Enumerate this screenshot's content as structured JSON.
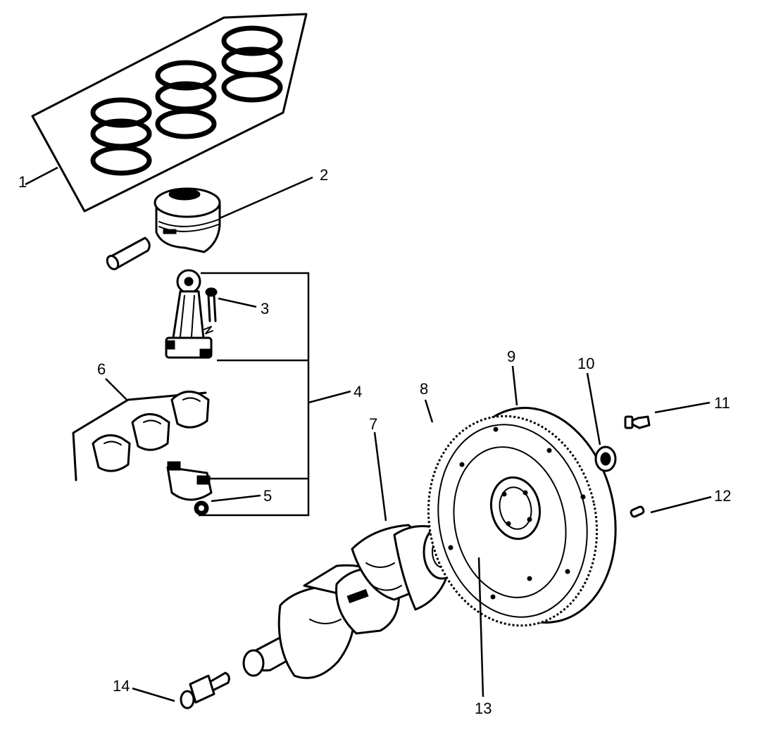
{
  "callouts": [
    {
      "id": "1",
      "label": "1",
      "part": "piston-rings"
    },
    {
      "id": "2",
      "label": "2",
      "part": "piston"
    },
    {
      "id": "3",
      "label": "3",
      "part": "connecting-rod-bolt"
    },
    {
      "id": "4",
      "label": "4",
      "part": "connecting-rod-assembly"
    },
    {
      "id": "5",
      "label": "5",
      "part": "connecting-rod-nut"
    },
    {
      "id": "6",
      "label": "6",
      "part": "connecting-rod-bearings"
    },
    {
      "id": "7",
      "label": "7",
      "part": "crankshaft"
    },
    {
      "id": "8",
      "label": "8",
      "part": "ring-gear"
    },
    {
      "id": "9",
      "label": "9",
      "part": "flywheel"
    },
    {
      "id": "10",
      "label": "10",
      "part": "pilot-bearing"
    },
    {
      "id": "11",
      "label": "11",
      "part": "flywheel-bolt"
    },
    {
      "id": "12",
      "label": "12",
      "part": "dowel-pin"
    },
    {
      "id": "13",
      "label": "13",
      "part": "crankshaft-dowel-pin"
    },
    {
      "id": "14",
      "label": "14",
      "part": "crankshaft-pulley-bolt"
    }
  ],
  "colors": {
    "ink": "#000000",
    "paper": "#ffffff"
  }
}
